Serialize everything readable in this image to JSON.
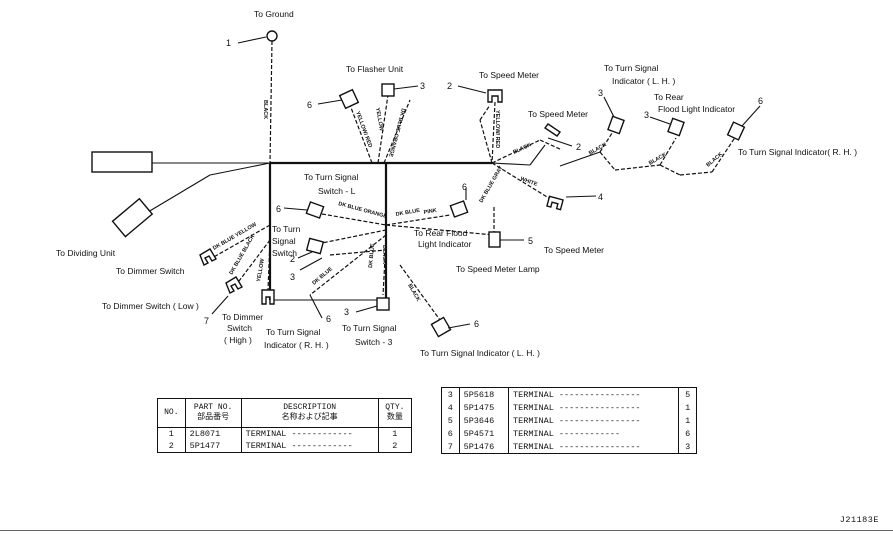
{
  "labels": {
    "to_ground": "To Ground",
    "to_flasher_unit": "To Flasher Unit",
    "to_speed_meter_top": "To Speed Meter",
    "to_speed_meter_mid": "To Speed Meter",
    "to_speed_meter_right": "To Speed Meter",
    "to_turn_signal_indicator_lh_top_1": "To Turn Signal",
    "to_turn_signal_indicator_lh_top_2": "Indicator ( L. H. )",
    "to_rear_flood_light_indicator_top_1": "To Rear",
    "to_rear_flood_light_indicator_top_2": "Flood Light Indicator",
    "to_turn_signal_indicator_rh_right": "To Turn Signal Indicator( R. H. )",
    "to_turn_signal_switch_l_1": "To Turn Signal",
    "to_turn_signal_switch_l_2": "Switch - L",
    "to_rear_flood_light_indicator_1": "To Rear Flood",
    "to_rear_flood_light_indicator_2": "Light Indicator",
    "to_speed_meter_lamp": "To Speed Meter Lamp",
    "to_dividing_unit": "To Dividing Unit",
    "to_dimmer_switch": "To  Dimmer Switch",
    "to_dimmer_switch_low": "To Dimmer Switch ( Low )",
    "to_turn_signal_switch_mid_1": "To Turn",
    "to_turn_signal_switch_mid_2": "Signal",
    "to_turn_signal_switch_mid_3": "Switch",
    "to_dimmer_switch_high_1": "To Dimmer",
    "to_dimmer_switch_high_2": "Switch",
    "to_dimmer_switch_high_3": "( High )",
    "to_turn_signal_indicator_rh_bottom_1": "To Turn Signal",
    "to_turn_signal_indicator_rh_bottom_2": "Indicator ( R. H. )",
    "to_turn_signal_switch_3_1": "To Turn Signal",
    "to_turn_signal_switch_3_2": "Switch - 3",
    "to_turn_signal_indicator_lh_bottom": "To Turn Signal Indicator ( L. H. )"
  },
  "callouts": {
    "ground": "1",
    "flasher_unit": "3",
    "flasher_left": "6",
    "speed_meter_top": "2",
    "speed_meter_mid": "2",
    "turn_lh_top": "3",
    "rear_flood_top": "3",
    "turn_rh_right": "6",
    "speed_meter_right": "4",
    "rear_flood_mid": "6",
    "speed_meter_lamp": "5",
    "switch_l_left": "6",
    "switch_mid": "2",
    "switch_mid_lower": "3",
    "dimmer_low": "7",
    "turn_rh_bottom": "6",
    "switch_3": "3",
    "turn_lh_bottom": "6"
  },
  "wire_colors": {
    "black_ground": "BLACK",
    "yellow_red": "YELLOW/ RED",
    "yellow": "YELLOW",
    "dk_blue_orange": "DK BLUE ORANGE",
    "black_1": "BLACK",
    "black_2": "BLACK",
    "black_3": "BLACK",
    "black_4": "BLACK",
    "white": "WHITE",
    "dk_blue_gray": "DK BLUE GRAY",
    "pink": "PINK",
    "dk_blue_orange_2": "DK BLUE ORANGE",
    "dk_blue_1": "DK BLUE",
    "yellow_2": "YELLOW",
    "black_5": "BLACK",
    "dk_blue_2": "DK BLUE",
    "dk_blue_yellow": "DK BLUE YELLOW",
    "dk_blue_black": "DK BLUE BLACK",
    "black_6": "BLACK",
    "dk_blue_3": "DK BLUE",
    "black_7": "BLACK"
  },
  "parts_table_1": {
    "headers": {
      "no": "NO.",
      "part_no": "PART NO.",
      "part_no_jp": "部品番号",
      "description": "DESCRIPTION",
      "description_jp": "名称および記事",
      "qty": "QTY.",
      "qty_jp": "数量"
    },
    "rows": [
      {
        "no": "1",
        "part": "2L8071",
        "desc": "TERMINAL ------------",
        "qty": "1"
      },
      {
        "no": "2",
        "part": "5P1477",
        "desc": "TERMINAL ------------",
        "qty": "2"
      }
    ]
  },
  "parts_table_2": {
    "rows": [
      {
        "no": "3",
        "part": "5P5618",
        "desc": "TERMINAL ----------------",
        "qty": "5"
      },
      {
        "no": "4",
        "part": "5P1475",
        "desc": "TERMINAL ----------------",
        "qty": "1"
      },
      {
        "no": "5",
        "part": "5P3646",
        "desc": "TERMINAL ----------------",
        "qty": "1"
      },
      {
        "no": "6",
        "part": "5P4571",
        "desc": "TERMINAL ------------",
        "qty": "6"
      },
      {
        "no": "7",
        "part": "5P1476",
        "desc": "TERMINAL ----------------",
        "qty": "3"
      }
    ]
  },
  "reference": "J21183E"
}
